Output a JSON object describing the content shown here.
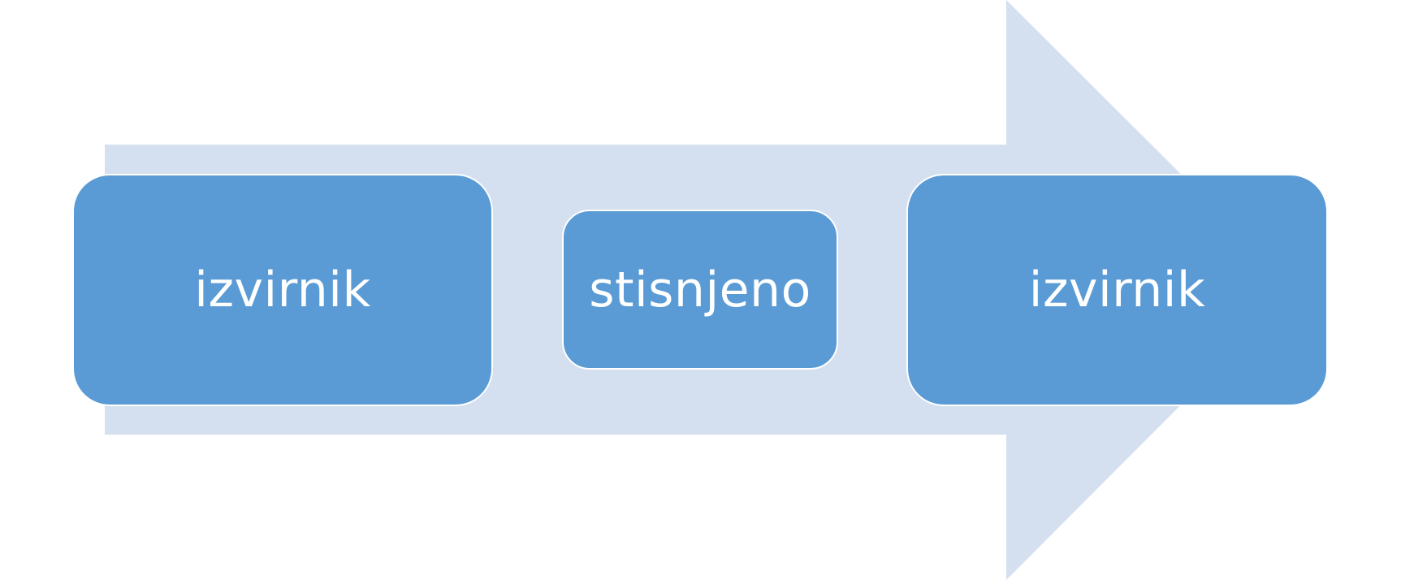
{
  "diagram": {
    "arrow": {
      "color": "#d4dff0"
    },
    "boxes": [
      {
        "label": "izvirnik",
        "color": "#5b9bd5"
      },
      {
        "label": "stisnjeno",
        "color": "#5b9bd5"
      },
      {
        "label": "izvirnik",
        "color": "#5b9bd5"
      }
    ]
  }
}
